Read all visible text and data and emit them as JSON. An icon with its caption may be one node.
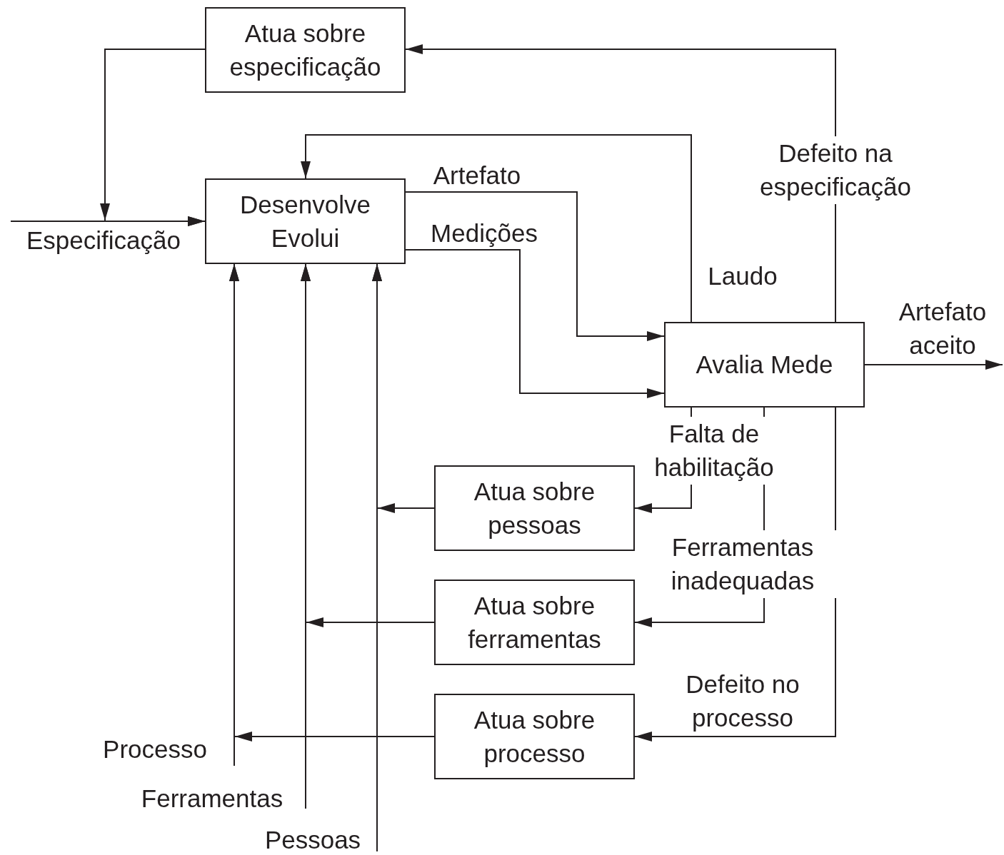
{
  "diagram": {
    "nodes": [
      {
        "text": [
          "Atua sobre especificação"
        ]
      },
      {
        "text": [
          "Desenvolve Evolui"
        ]
      },
      {
        "text": [
          "Avalia Mede"
        ]
      },
      {
        "text": [
          "Atua sobre pessoas"
        ]
      },
      {
        "text": [
          "Atua sobre ferramentas"
        ]
      },
      {
        "text": [
          "Atua sobre processo"
        ]
      }
    ],
    "edges": [
      {
        "from": 0,
        "to": 1,
        "arrow": "to"
      },
      {
        "from": null,
        "to": 1,
        "arrow": "to",
        "label": "Especificação"
      },
      {
        "from": 1,
        "to": 2,
        "arrow": "to",
        "label": "Artefato"
      },
      {
        "from": 1,
        "to": 2,
        "arrow": "to",
        "label": "Medições"
      },
      {
        "from": 2,
        "to": 1,
        "arrow": "to",
        "label": "Laudo"
      },
      {
        "from": 2,
        "to": 0,
        "arrow": "to",
        "label": "Defeito na especificação"
      },
      {
        "from": 2,
        "to": null,
        "arrow": "to",
        "label": "Artefato aceito"
      },
      {
        "from": 2,
        "to": 3,
        "arrow": "to",
        "label": "Falta de habilitação"
      },
      {
        "from": 2,
        "to": 4,
        "arrow": "to",
        "label": "Ferramentas inadequadas"
      },
      {
        "from": 2,
        "to": 5,
        "arrow": "to",
        "label": "Defeito no processo"
      },
      {
        "from": 3,
        "to": 1,
        "arrow": "to"
      },
      {
        "from": 4,
        "to": 1,
        "arrow": "to"
      },
      {
        "from": 5,
        "to": 1,
        "arrow": "to"
      },
      {
        "from": null,
        "to": 1,
        "arrow": "to",
        "label": "Processo"
      },
      {
        "from": null,
        "to": 1,
        "arrow": "to",
        "label": "Ferramentas"
      },
      {
        "from": null,
        "to": 1,
        "arrow": "to",
        "label": "Pessoas"
      }
    ]
  }
}
